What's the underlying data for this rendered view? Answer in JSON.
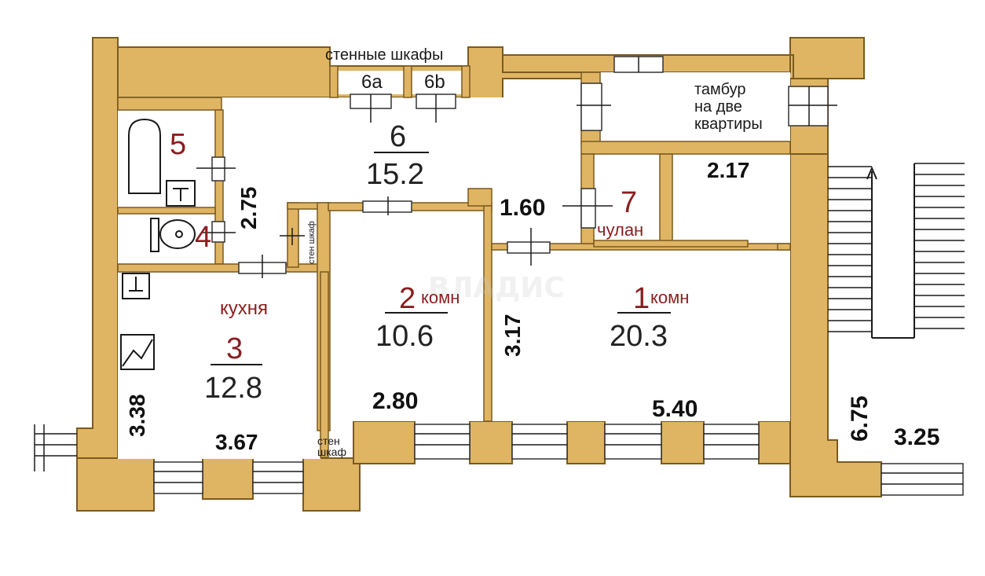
{
  "labels": {
    "wall_closets": "стенные шкафы",
    "vestibule": "тамбур\nна две\nквартиры",
    "closet_small": "стен шкаф",
    "closet_kitchen": "стен\nшкаф",
    "watermark": "ВЛАДИС"
  },
  "rooms": {
    "r1": {
      "num": "1",
      "name": "комн",
      "area": "20.3"
    },
    "r2": {
      "num": "2",
      "name": "комн",
      "area": "10.6"
    },
    "r3": {
      "num": "3",
      "name": "кухня",
      "area": "12.8"
    },
    "r4": {
      "num": "4"
    },
    "r5": {
      "num": "5"
    },
    "r6": {
      "num": "6",
      "area": "15.2"
    },
    "r6a": {
      "num": "6a"
    },
    "r6b": {
      "num": "6b"
    },
    "r7": {
      "num": "7",
      "name": "чулан"
    }
  },
  "dimensions": {
    "d217": "2.17",
    "d160": "1.60",
    "d275": "2.75",
    "d317": "3.17",
    "d338": "3.38",
    "d367": "3.67",
    "d280": "2.80",
    "d540": "5.40",
    "d675": "6.75",
    "d325": "3.25"
  },
  "colors": {
    "wall": "#dfb564",
    "room_number": "#8b1e1e"
  }
}
